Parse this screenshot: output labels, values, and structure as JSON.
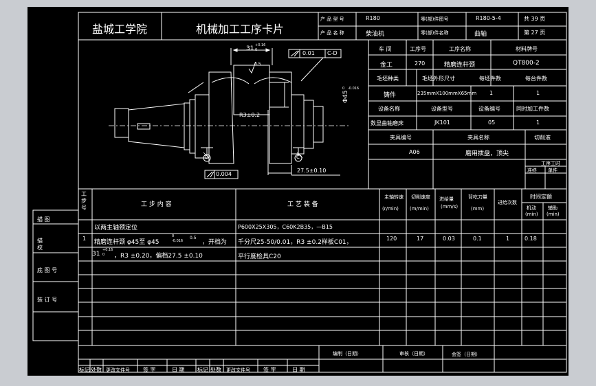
{
  "header": {
    "school": "盐城工学院",
    "card_title": "机械加工工序卡片",
    "product_model_label": "产 品 型 号",
    "product_model": "R180",
    "product_name_label": "产 品 名 称",
    "product_name": "柴油机",
    "part_no_label": "零(部)件图号",
    "part_no": "R180-5-4",
    "part_name_label": "零(部)件名称",
    "part_name": "曲轴",
    "total_pages_label": "共 39 页",
    "page_label": "第 27 页"
  },
  "info": {
    "workshop_label": "车 间",
    "op_no_label": "工序号",
    "op_name_label": "工序名称",
    "material_label": "材料牌号",
    "workshop": "金工",
    "op_no": "270",
    "op_name": "精磨连杆颈",
    "material": "QT800-2",
    "blank_type_label": "毛坯种类",
    "blank_size_label": "毛坯外形尺寸",
    "blank_pieces_label": "每坯件数",
    "units_label": "每台件数",
    "blank_type": "铸件",
    "blank_size": "235mmX100mmX65mm",
    "blank_pieces": "1",
    "units": "1",
    "equip_name_label": "设备名称",
    "equip_model_label": "设备型号",
    "equip_no_label": "设备编号",
    "simul_label": "同时加工件数",
    "equip_name": "数显曲轴磨床",
    "equip_model": "JK101",
    "equip_no": "05",
    "simul": "1",
    "fixture_no_label": "夹具编号",
    "fixture_name_label": "夹具名称",
    "coolant_label": "切削液",
    "fixture_no": "A06",
    "fixture_name": "磨用拨盘，顶尖",
    "time_label": "工序工时",
    "prep_label": "准终",
    "unit_label": "单件"
  },
  "drawing": {
    "dim_width": "31",
    "tol_width_top": "+0.16",
    "tol_width_bot": "0",
    "surface": "0.5",
    "parallel": "0.01",
    "datum_cd": "C-D",
    "diameter": "Φ45",
    "tol_dia_top": "0",
    "tol_dia_bot": "-0.016",
    "radius": "R3±0.2",
    "straight": "0.004",
    "offset": "27.5±0.10",
    "datum_d": "D",
    "datum_c": "C"
  },
  "steps_header": {
    "step_no": "工步号",
    "content": "工 步 内 容",
    "equipment": "工 艺 装 备",
    "spindle": "主轴转速",
    "spindle_unit": "(r/min)",
    "cut_speed": "切削速度",
    "cut_speed_unit": "(m/min)",
    "feed": "进给量",
    "feed_unit": "(mm/s)",
    "depth": "背吃刀量",
    "depth_unit": "(mm)",
    "passes": "进给次数",
    "time_quota": "时间定额",
    "mech": "机动",
    "mech_unit": "(min)",
    "aux": "辅助",
    "aux_unit": "(min)"
  },
  "steps": {
    "line1": "以两主轴颈定位",
    "step1_no": "1",
    "line2a": "精磨连杆颈 φ45至 φ45",
    "line2_tol_top": "0",
    "line2_tol_bot": "-0.016",
    "line2_surface": "0.5",
    "line2b": "，开档为",
    "line3a": "31",
    "line3_tol_top": "+0.16",
    "line3_tol_bot": "0",
    "line3b": "，R3 ±0.20，偏档27.5 ±0.10",
    "equip1": "P600X25X305，C60K2B35，—B15",
    "equip2": "千分尺25-50/0.01，R3 ±0.2样板C01，",
    "equip3": "平行度检具C20",
    "spindle": "120",
    "cut_speed": "17",
    "feed": "0.03",
    "depth": "0.1",
    "passes": "1",
    "mech": "0.18"
  },
  "side": {
    "trace": "描 图",
    "proof": "描 校",
    "base_no": "底 图 号",
    "bind_no": "装 订 号"
  },
  "footer": {
    "mark": "标记",
    "count": "处数",
    "doc_no": "更改文件号",
    "sign": "签 字",
    "date": "日 期",
    "design": "编制（日期）",
    "review": "审核（日期）",
    "countersign": "会签（日期）"
  }
}
